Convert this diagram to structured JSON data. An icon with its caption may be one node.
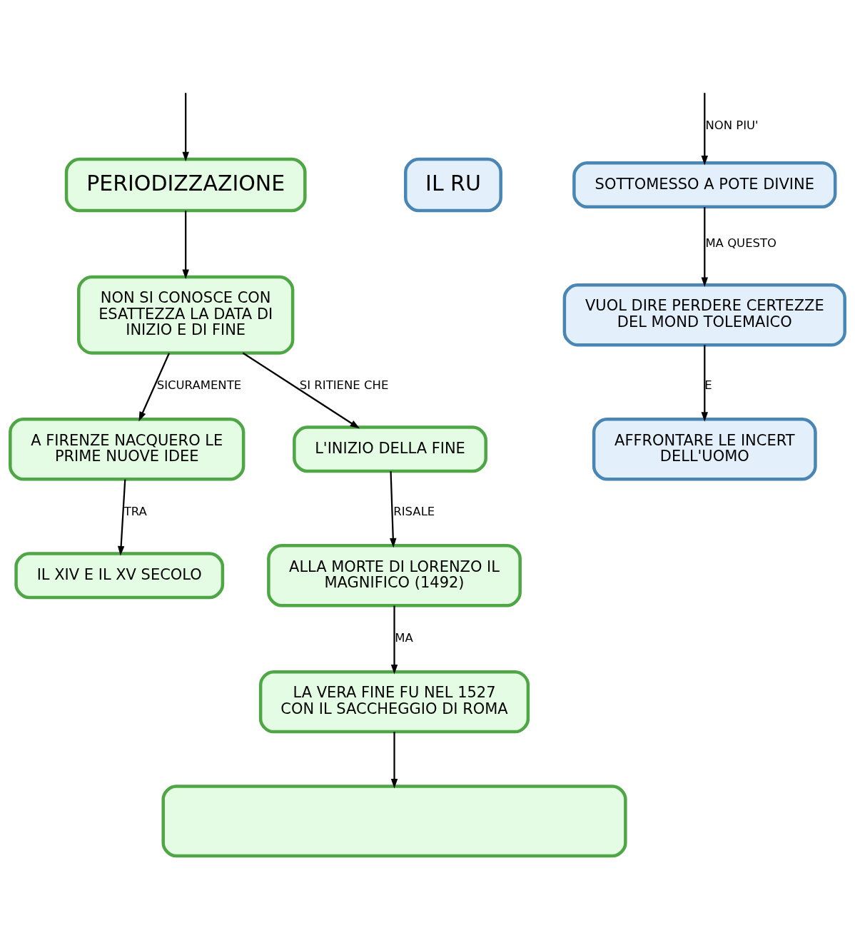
{
  "diagram": {
    "nodes": [
      {
        "text": [
          "PERIODIZZAZIONE"
        ]
      },
      {
        "text": [
          "NON SI CONOSCE CON ESATTEZZA LA DATA DI INIZIO E DI FINE"
        ]
      },
      {
        "text": [
          "A FIRENZE NACQUERO LE PRIME NUOVE IDEE"
        ]
      },
      {
        "text": [
          "L'INIZIO DELLA FINE"
        ]
      },
      {
        "text": [
          "IL XIV E IL XV SECOLO"
        ]
      },
      {
        "text": [
          "ALLA MORTE DI LORENZO IL MAGNIFICO (1492)"
        ]
      },
      {
        "text": [
          "LA VERA FINE FU NEL 1527 CON IL SACCHEGGIO DI ROMA"
        ]
      },
      {
        "text": [],
        "shape": "box"
      },
      {
        "text": [
          "IL RU"
        ]
      },
      {
        "text": [
          "SOTTOMESSO A POTE DIVINE"
        ]
      },
      {
        "text": [
          "VUOL DIRE PERDERE CERTEZZE DEL MOND TOLEMAICO"
        ]
      },
      {
        "text": [
          "AFFRONTARE LE INCERT DELL'UOMO"
        ]
      }
    ],
    "edges": [
      {
        "from": null,
        "to": 0,
        "arrow": "to"
      },
      {
        "from": 0,
        "to": 1,
        "arrow": "to"
      },
      {
        "from": 1,
        "to": 2,
        "arrow": "to",
        "label": "SICURAMENTE"
      },
      {
        "from": 1,
        "to": 3,
        "arrow": "to",
        "label": "SI RITIENE CHE"
      },
      {
        "from": 2,
        "to": 4,
        "arrow": "to",
        "label": "TRA"
      },
      {
        "from": 3,
        "to": 5,
        "arrow": "to",
        "label": "RISALE"
      },
      {
        "from": 5,
        "to": 6,
        "arrow": "to",
        "label": "MA"
      },
      {
        "from": 6,
        "to": 7,
        "arrow": "to"
      },
      {
        "from": null,
        "to": 9,
        "arrow": "to",
        "label": "NON PIU'"
      },
      {
        "from": 9,
        "to": 10,
        "arrow": "to",
        "label": "MA QUESTO"
      },
      {
        "from": 10,
        "to": 11,
        "arrow": "to",
        "label": "E"
      }
    ]
  }
}
